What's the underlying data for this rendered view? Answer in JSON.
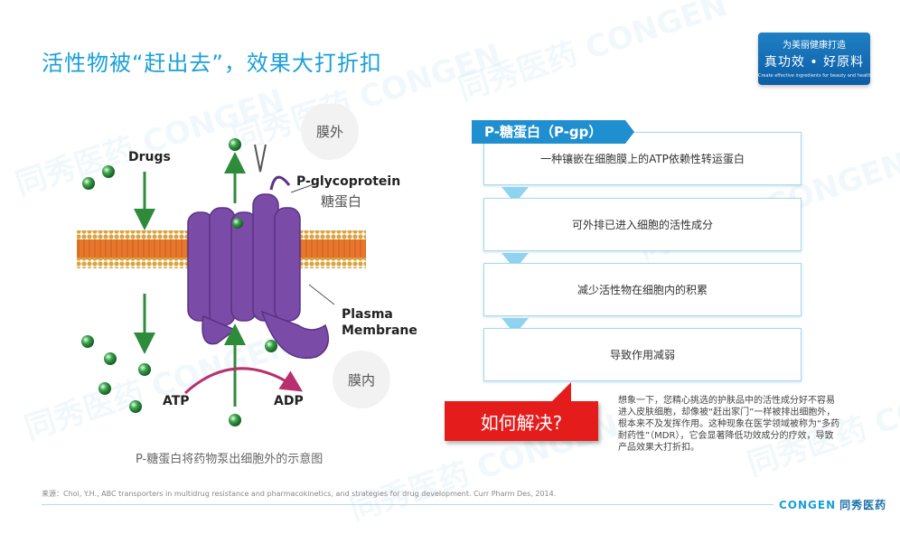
{
  "page": {
    "title": "活性物被“赶出去”，效果大打折扣"
  },
  "brand_box": {
    "line1": "为美丽健康打造",
    "line2": "真功效 • 好原料",
    "line3": "Create effective ingredients for beauty and health"
  },
  "watermark_text": "同秀医药 CONGEN",
  "diagram": {
    "outside_label": "膜外",
    "inside_label": "膜内",
    "drugs_label": "Drugs",
    "pgp_label_en": "P-glycoprotein",
    "pgp_label_cn": "糖蛋白",
    "membrane_label_line1": "Plasma",
    "membrane_label_line2": "Membrane",
    "atp_label": "ATP",
    "adp_label": "ADP",
    "caption": "P-糖蛋白将药物泵出细胞外的示意图",
    "colors": {
      "drug_dot": "#2e8b3a",
      "arrow": "#2e8b3a",
      "membrane": "#e8762d",
      "membrane_head": "#d9a441",
      "protein": "#7a4ca8",
      "atp_arrow": "#b8306e"
    }
  },
  "pgp": {
    "header": "P-糖蛋白（P-gp）",
    "steps": [
      "一种镶嵌在细胞膜上的ATP依赖性转运蛋白",
      "可外排已进入细胞的活性成分",
      "减少活性物在细胞内的积累",
      "导致作用减弱"
    ]
  },
  "solve_label": "如何解决?",
  "explanation": "想象一下，您精心挑选的护肤品中的活性成分好不容易进入皮肤细胞，却像被“赶出家门”一样被排出细胞外，根本来不及发挥作用。这种现象在医学领域被称为“多药耐药性”（MDR），它会显著降低功效成分的疗效，导致产品效果大打折扣。",
  "footer": {
    "source": "来源：Choi, Y.H., ABC transporters in multidrug resistance and pharmacokinetics, and strategies for drug development. Curr Pharm Des, 2014.",
    "logo_en": "CONGEN",
    "logo_cn": "同秀医药"
  }
}
